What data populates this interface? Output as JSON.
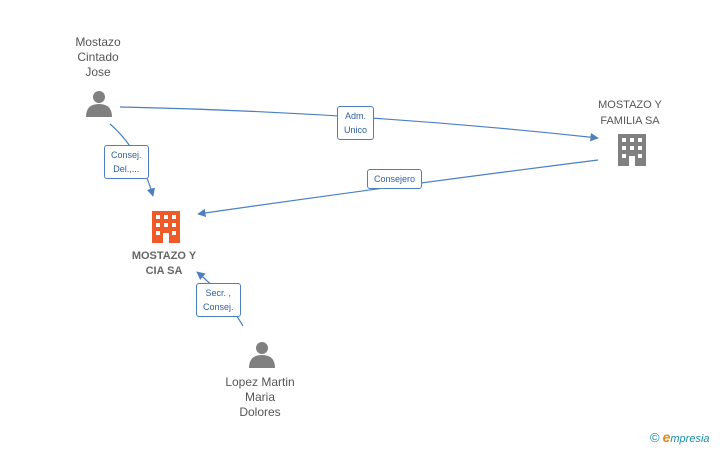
{
  "colors": {
    "edge": "#4a7fc1",
    "person_icon": "#808080",
    "company_icon": "#808080",
    "main_company_icon": "#f05a28"
  },
  "nodes": {
    "person1": {
      "lines": [
        "Mostazo",
        "Cintado",
        "Jose"
      ],
      "icon": "person-icon"
    },
    "person2": {
      "lines": [
        "Lopez Martin",
        "Maria",
        "Dolores"
      ],
      "icon": "person-icon"
    },
    "company1": {
      "lines": [
        "MOSTAZO Y",
        "FAMILIA SA"
      ],
      "icon": "building-icon"
    },
    "main": {
      "lines": [
        "MOSTAZO Y",
        "CIA SA"
      ],
      "icon": "building-icon"
    }
  },
  "edges": {
    "adm": {
      "lines": [
        "Adm.",
        "Unico"
      ]
    },
    "consejero": {
      "lines": [
        "Consejero"
      ]
    },
    "consej_del": {
      "lines": [
        "Consej.",
        "Del.,..."
      ]
    },
    "secr": {
      "lines": [
        "Secr. ,",
        "Consej."
      ]
    }
  },
  "brand": {
    "copyright": "©",
    "initial": "e",
    "rest": "mpresia"
  }
}
